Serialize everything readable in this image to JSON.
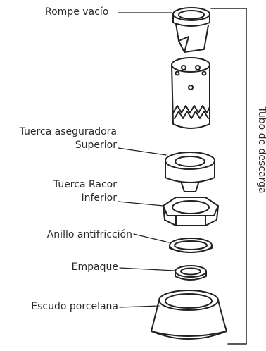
{
  "labels": {
    "rompe_vacio": "Rompe vacío",
    "tuerca_aseguradora_l1": "Tuerca aseguradora",
    "tuerca_aseguradora_l2": "Superior",
    "tuerca_racor_l1": "Tuerca Racor",
    "tuerca_racor_l2": "Inferior",
    "anillo": "Anillo antifricción",
    "empaque": "Empaque",
    "escudo": "Escudo porcelana"
  },
  "bracket": {
    "label": "Tubo de descarga"
  }
}
